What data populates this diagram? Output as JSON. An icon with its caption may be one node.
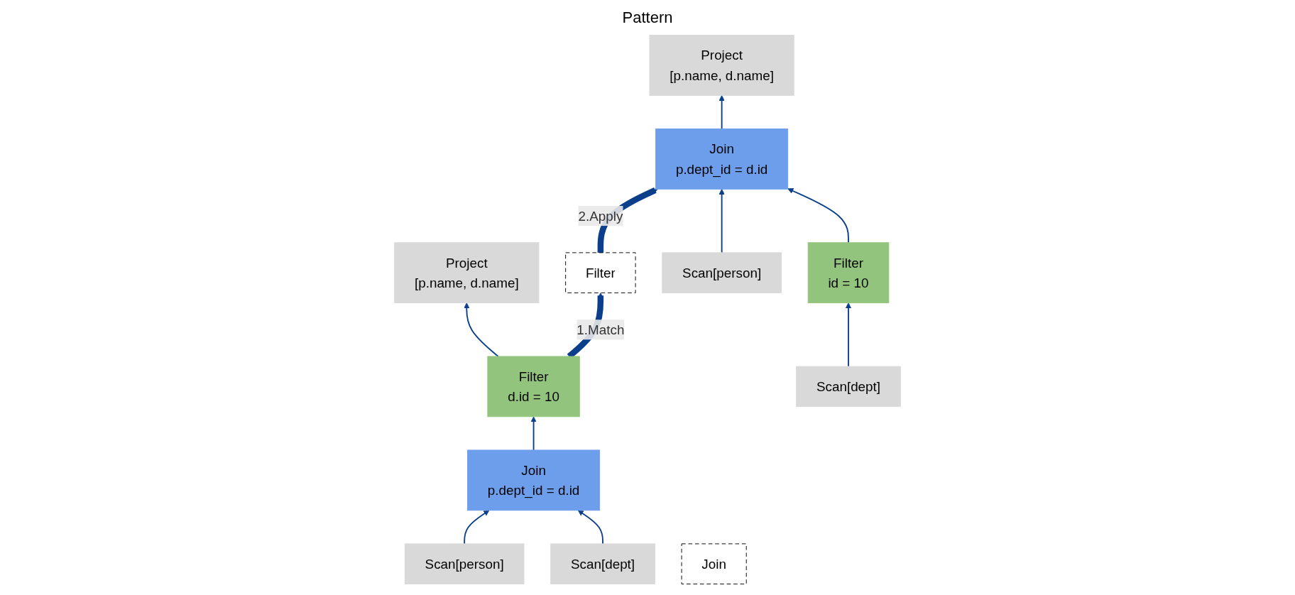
{
  "diagram": {
    "nodes": [
      {
        "text": [
          "Project",
          "[p.name, d.name]"
        ]
      },
      {
        "text": [
          "Filter",
          "d.id = 10"
        ]
      },
      {
        "text": [
          "Join",
          "p.dept_id = d.id"
        ]
      },
      {
        "text": [
          "Scan[person]"
        ]
      },
      {
        "text": [
          "Scan[dept]"
        ]
      },
      {
        "text": [
          "Filter"
        ]
      },
      {
        "text": [
          "Join"
        ]
      },
      {
        "text": [
          "Project",
          "[p.name, d.name]"
        ]
      },
      {
        "text": [
          "Join",
          "p.dept_id = d.id"
        ]
      },
      {
        "text": [
          "Filter",
          "id = 10"
        ]
      },
      {
        "text": [
          "Scan[person]"
        ]
      },
      {
        "text": [
          "Scan[dept]"
        ]
      }
    ],
    "edges": [
      {
        "from": 1,
        "to": 0,
        "arrow": "to"
      },
      {
        "from": 2,
        "to": 1,
        "arrow": "to"
      },
      {
        "from": 3,
        "to": 2,
        "arrow": "to"
      },
      {
        "from": 4,
        "to": 2,
        "arrow": "to"
      },
      {
        "from": 1,
        "to": 5,
        "arrow": "to",
        "label": "1.Match",
        "style": "thick"
      },
      {
        "from": 5,
        "to": 8,
        "arrow": "to",
        "label": "2.Apply",
        "style": "thick"
      },
      {
        "from": 8,
        "to": 7,
        "arrow": "to"
      },
      {
        "from": 10,
        "to": 8,
        "arrow": "to"
      },
      {
        "from": 9,
        "to": 8,
        "arrow": "to"
      },
      {
        "from": 11,
        "to": 9,
        "arrow": "to"
      }
    ],
    "labels": [
      "Pattern"
    ]
  }
}
